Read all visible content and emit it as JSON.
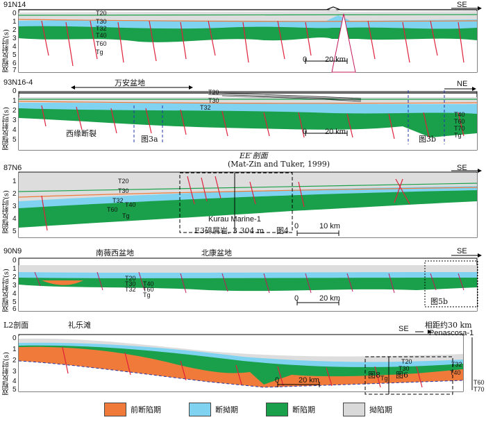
{
  "panels": [
    {
      "id": "91N14",
      "direction": "SE",
      "scale_label": "20 km",
      "scale_zero": "0",
      "ticks": [
        "0",
        "1",
        "2",
        "3",
        "4",
        "5",
        "6",
        "7"
      ],
      "horizons": [
        "T20",
        "T30",
        "T32",
        "T40",
        "T60",
        "Tg"
      ]
    },
    {
      "id": "93N16-4",
      "direction": "NE",
      "basin": "万安盆地",
      "fault": "西缘断裂",
      "fig_a": "图3a",
      "fig_b": "图3b",
      "scale_label": "20 km",
      "scale_zero": "0",
      "ticks": [
        "0",
        "1",
        "2",
        "3",
        "4",
        "5"
      ],
      "horizons": [
        "T20",
        "T30",
        "T32",
        "T40",
        "T60",
        "T70",
        "Tg"
      ]
    },
    {
      "id": "87N6",
      "direction": "SE",
      "title": "EE′剖面",
      "citation": "(Mat-Zin and Tuker, 1999)",
      "well": "Kurau Marine-1",
      "well_note": "E3碎屑岩, 3 304 m",
      "fig": "图4",
      "scale_label": "10 km",
      "scale_zero": "0",
      "ticks": [
        "1",
        "2",
        "3",
        "4",
        "5"
      ],
      "horizons": [
        "T20",
        "T30",
        "T32",
        "T40",
        "T60",
        "Tg"
      ]
    },
    {
      "id": "90N9",
      "direction": "SE",
      "basin_w": "南薇西盆地",
      "basin_e": "北康盆地",
      "fig": "图5b",
      "scale_label": "20 km",
      "scale_zero": "0",
      "ticks": [
        "0",
        "1",
        "2",
        "3",
        "4",
        "5",
        "6"
      ],
      "horizons": [
        "T20",
        "T30",
        "T32",
        "T40",
        "T60",
        "Tg"
      ]
    },
    {
      "id": "L2剖面",
      "direction": "SE",
      "locality": "礼乐滩",
      "distance": "相距约30 km",
      "well": "Penascosa-1",
      "fig_a": "图8",
      "fig_b": "图6",
      "scale_label": "20 km",
      "scale_zero": "0",
      "ticks": [
        "0",
        "1",
        "2",
        "3",
        "4",
        "5"
      ],
      "horizons": [
        "T20",
        "T30",
        "T32",
        "T40",
        "T60",
        "T70",
        "Tg"
      ]
    }
  ],
  "y_axis": "双程反射时(s)",
  "legend": [
    {
      "label": "前断陷期",
      "color": "#f07a3a"
    },
    {
      "label": "断拗期",
      "color": "#7fd3f0"
    },
    {
      "label": "断陷期",
      "color": "#1aa04a"
    },
    {
      "label": "拗陷期",
      "color": "#d9d9d9"
    }
  ]
}
